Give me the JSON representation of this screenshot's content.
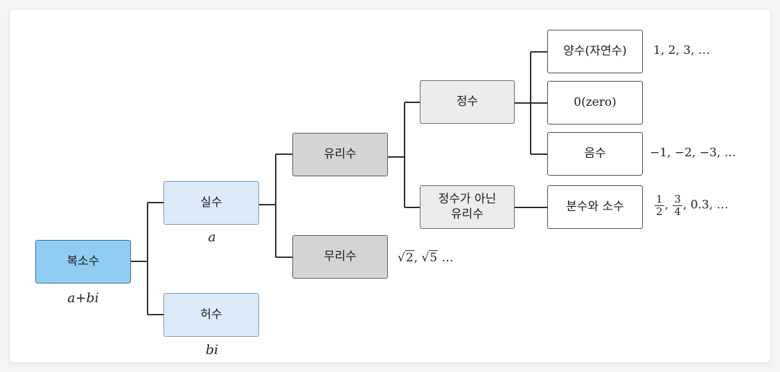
{
  "nodes": {
    "complex": "복소수",
    "real": "실수",
    "imaginary": "허수",
    "rational": "유리수",
    "irrational": "무리수",
    "integer": "정수",
    "non_integer_line1": "정수가 아닌",
    "non_integer_line2": "유리수",
    "positive": "양수(자연수)",
    "zero": "0(zero)",
    "negative": "음수",
    "fraction_decimal": "분수와 소수"
  },
  "subtitles": {
    "complex": "a+bi",
    "real": "a",
    "imaginary": "bi"
  },
  "examples": {
    "positive": "1, 2, 3, …",
    "negative": "−1, −2, −3, …",
    "irrational": {
      "root1": "2",
      "root2": "5",
      "sep": ",",
      "tail": "…"
    },
    "fraction": {
      "f1_num": "1",
      "f1_den": "2",
      "f2_num": "3",
      "f2_den": "4",
      "sep": ",",
      "tail": ", 0.3, …"
    }
  },
  "colors": {
    "complex_fill": "#8fcdf2",
    "real_imag_fill": "#dcebfa",
    "rational_fill": "#d3d4d6",
    "integer_fill": "#ececec",
    "leaf_fill": "#ffffff"
  }
}
